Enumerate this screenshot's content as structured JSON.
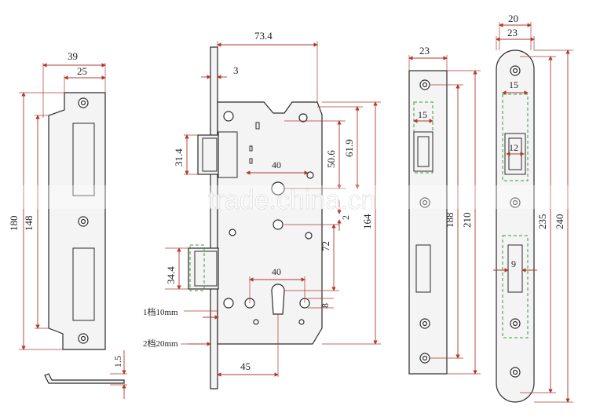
{
  "watermark": "trade.china.cn",
  "strike_plate": {
    "dims": {
      "width_total": "39",
      "width_lip": "25",
      "height_total": "180",
      "height_holes": "148",
      "thickness": "1.5"
    }
  },
  "lock_body": {
    "dims": {
      "backset_total": "73.4",
      "faceplate_thickness": "3",
      "latch_height": "31.4",
      "handle_to_center_a": "40",
      "dim_50_6": "50.6",
      "dim_61_9": "61.9",
      "dim_2": "2",
      "dim_164": "164",
      "dim_72": "72",
      "deadbolt_height": "34.4",
      "cylinder_spacing": "40",
      "dim_8": "8",
      "backset": "45"
    },
    "throw_notes": {
      "first": "1档10mm",
      "second": "2档20mm"
    }
  },
  "faceplate_square": {
    "dims": {
      "width": "23",
      "slot_width": "15",
      "inner_length": "188",
      "total_length": "210"
    }
  },
  "faceplate_round": {
    "dims": {
      "width_inner": "20",
      "width_outer": "23",
      "slot_width": "15",
      "slot_inner": "12",
      "bolt_slot": "9",
      "inner_length": "235",
      "total_length": "240"
    }
  }
}
